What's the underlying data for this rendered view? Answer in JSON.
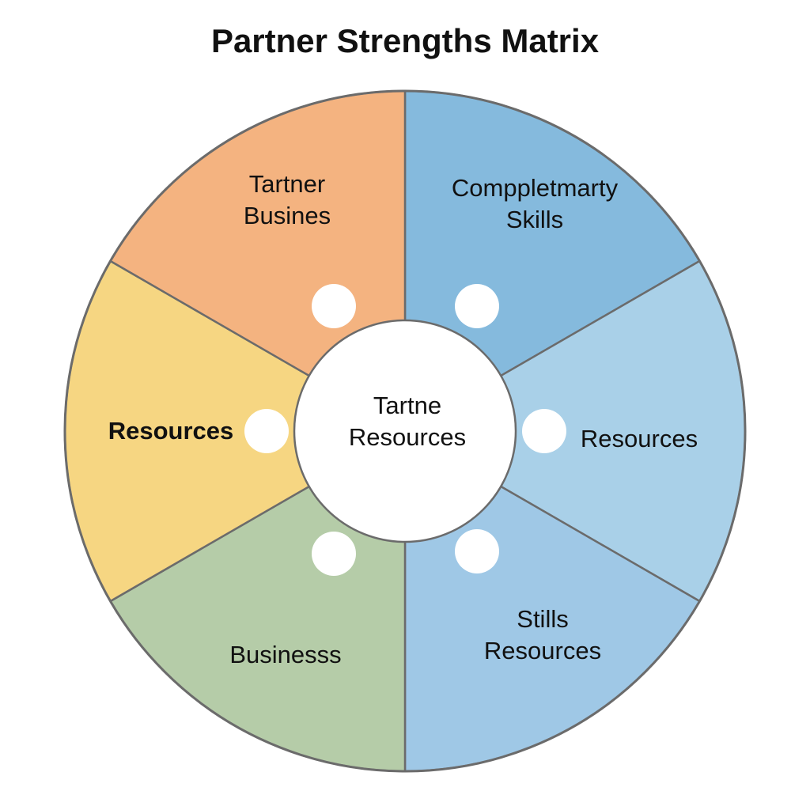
{
  "title": "Partner Strengths Matrix",
  "center": {
    "lines": [
      "Tartne",
      "Resources"
    ]
  },
  "segments": [
    {
      "lines": [
        "Comppletmarty",
        "Skills"
      ],
      "color": "#85badd",
      "bold": false
    },
    {
      "lines": [
        "Resources"
      ],
      "color": "#a9d0e8",
      "bold": false
    },
    {
      "lines": [
        "Stills",
        "Resources"
      ],
      "color": "#9fc8e6",
      "bold": false
    },
    {
      "lines": [
        "Businesss"
      ],
      "color": "#b5cca8",
      "bold": false
    },
    {
      "lines": [
        "Resources"
      ],
      "color": "#f6d682",
      "bold": true
    },
    {
      "lines": [
        "Tartner",
        "Busines"
      ],
      "color": "#f4b380",
      "bold": false
    }
  ]
}
